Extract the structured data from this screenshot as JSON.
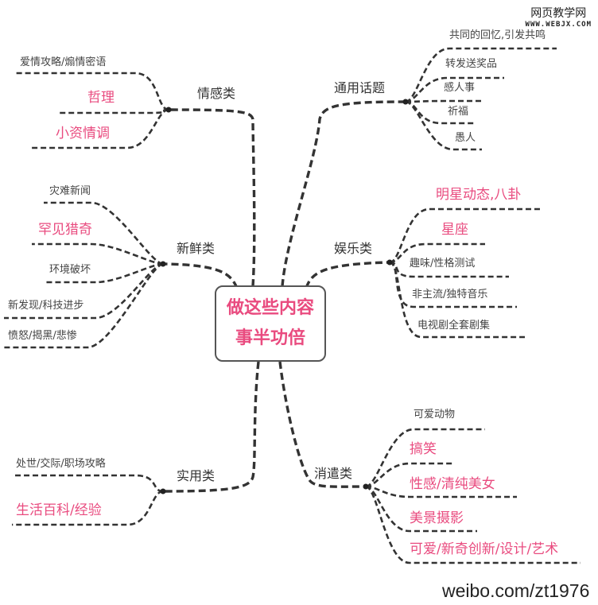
{
  "center": {
    "line1": "做这些内容",
    "line2": "事半功倍"
  },
  "watermark": {
    "name": "网页教学网",
    "url": "WWW.WEBJX.COM"
  },
  "credit": "weibo.com/zt1976",
  "colors": {
    "highlight": "#e94b7f",
    "normal": "#444444",
    "line": "#333333"
  },
  "branches": [
    {
      "label": "情感类",
      "leaves": [
        {
          "text": "爱情攻略/煽情密语",
          "highlight": false
        },
        {
          "text": "哲理",
          "highlight": true
        },
        {
          "text": "小资情调",
          "highlight": true
        }
      ]
    },
    {
      "label": "通用话题",
      "leaves": [
        {
          "text": "共同的回忆,引发共鸣",
          "highlight": false
        },
        {
          "text": "转发送奖品",
          "highlight": false
        },
        {
          "text": "感人事",
          "highlight": false
        },
        {
          "text": "祈福",
          "highlight": false
        },
        {
          "text": "愚人",
          "highlight": false
        }
      ]
    },
    {
      "label": "新鲜类",
      "leaves": [
        {
          "text": "灾难新闻",
          "highlight": false
        },
        {
          "text": "罕见猎奇",
          "highlight": true
        },
        {
          "text": "环境破坏",
          "highlight": false
        },
        {
          "text": "新发现/科技进步",
          "highlight": false
        },
        {
          "text": "愤怒/揭黑/悲惨",
          "highlight": false
        }
      ]
    },
    {
      "label": "娱乐类",
      "leaves": [
        {
          "text": "明星动态,八卦",
          "highlight": true
        },
        {
          "text": "星座",
          "highlight": true
        },
        {
          "text": "趣味/性格测试",
          "highlight": false
        },
        {
          "text": "非主流/独特音乐",
          "highlight": false
        },
        {
          "text": "电视剧全套剧集",
          "highlight": false
        }
      ]
    },
    {
      "label": "实用类",
      "leaves": [
        {
          "text": "处世/交际/职场攻略",
          "highlight": false
        },
        {
          "text": "生活百科/经验",
          "highlight": true
        }
      ]
    },
    {
      "label": "消遣类",
      "leaves": [
        {
          "text": "可爱动物",
          "highlight": false
        },
        {
          "text": "搞笑",
          "highlight": true
        },
        {
          "text": "性感/清纯美女",
          "highlight": true
        },
        {
          "text": "美景摄影",
          "highlight": true
        },
        {
          "text": "可爱/新奇创新/设计/艺术",
          "highlight": true
        }
      ]
    }
  ]
}
